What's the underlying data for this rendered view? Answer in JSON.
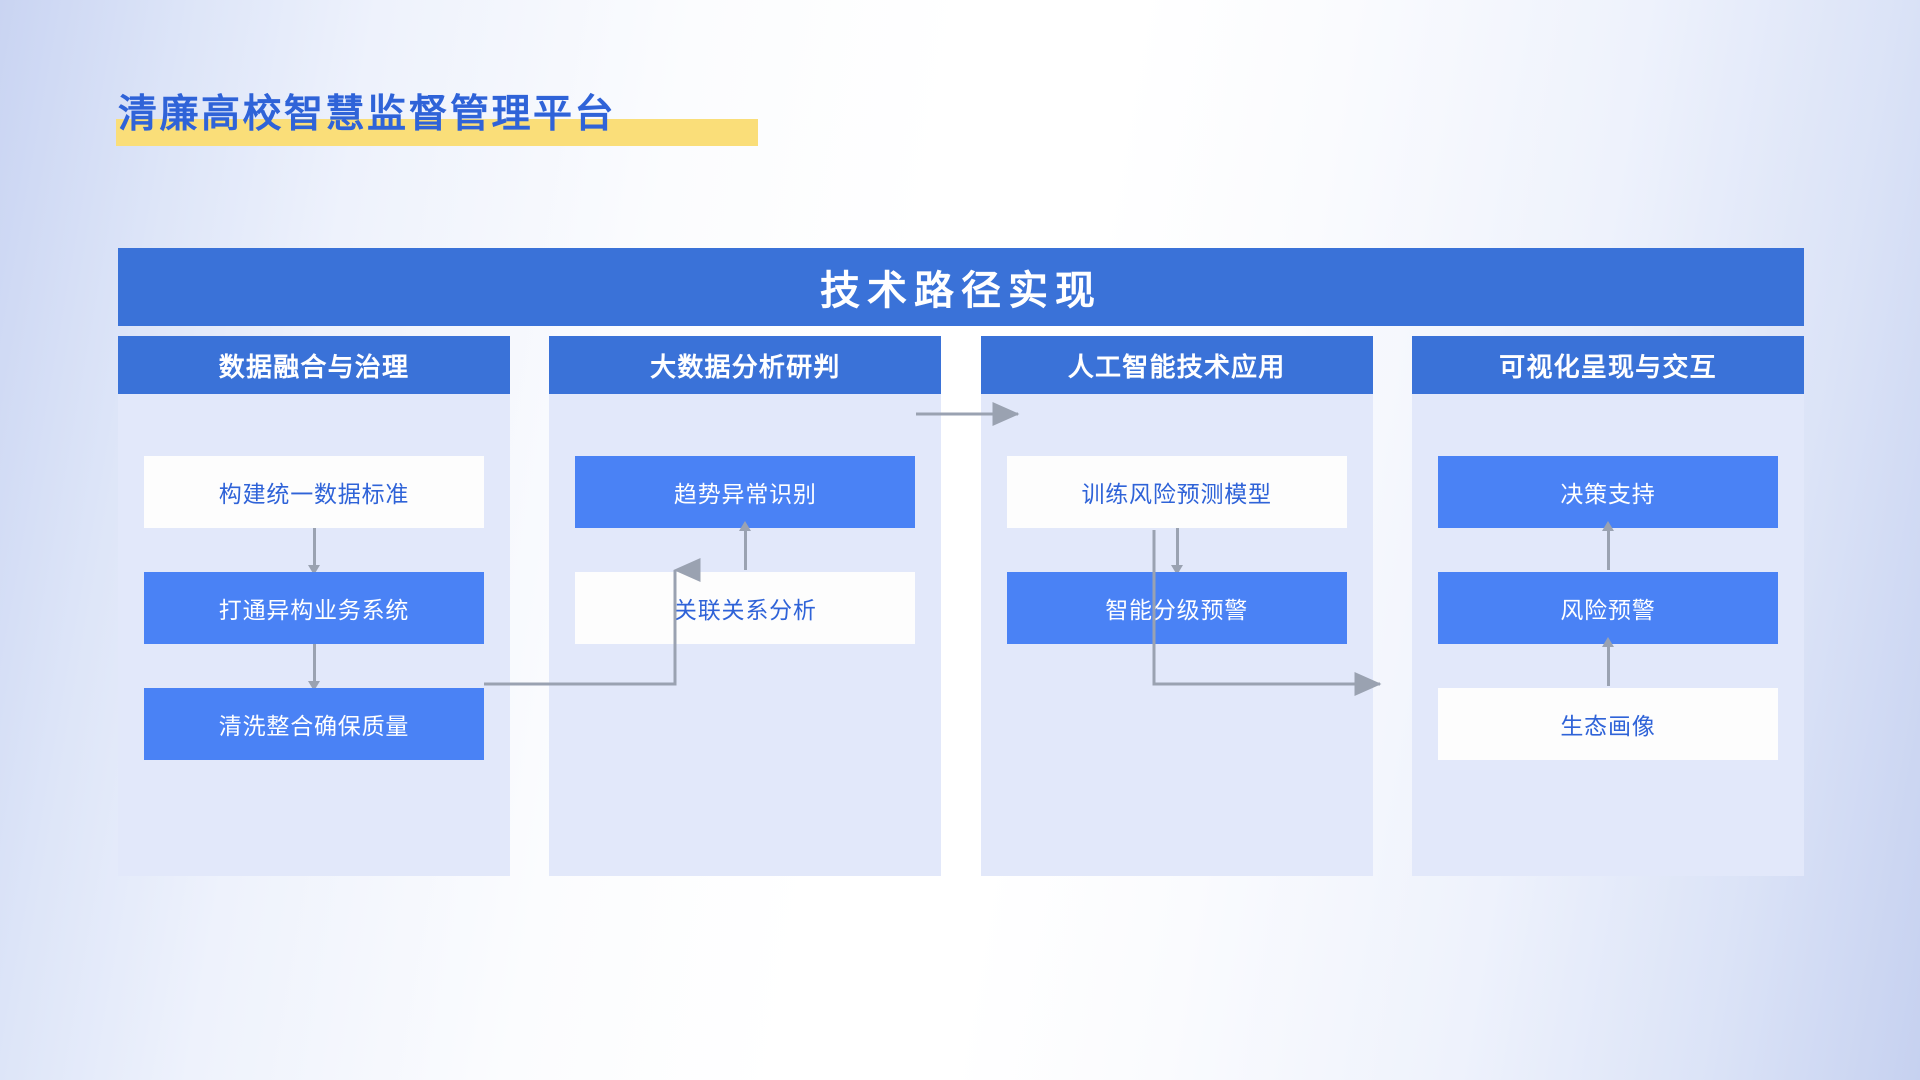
{
  "page": {
    "title": "清廉高校智慧监督管理平台",
    "highlight_color": "#fade79",
    "title_color": "#2f63d8",
    "accent_color": "#3a72d8",
    "node_blue": "#4a82f5",
    "panel_bg": "#e2e8fa",
    "arrow_color": "#9aa2b1"
  },
  "board": {
    "header": "技术路径实现",
    "columns": [
      {
        "header": "数据融合与治理",
        "nodes": [
          {
            "label": "构建统一数据标准",
            "style": "white"
          },
          {
            "label": "打通异构业务系统",
            "style": "blue"
          },
          {
            "label": "清洗整合确保质量",
            "style": "blue"
          }
        ]
      },
      {
        "header": "大数据分析研判",
        "nodes": [
          {
            "label": "趋势异常识别",
            "style": "blue"
          },
          {
            "label": "关联关系分析",
            "style": "white"
          }
        ]
      },
      {
        "header": "人工智能技术应用",
        "nodes": [
          {
            "label": "训练风险预测模型",
            "style": "white"
          },
          {
            "label": "智能分级预警",
            "style": "blue"
          }
        ]
      },
      {
        "header": "可视化呈现与交互",
        "nodes": [
          {
            "label": "决策支持",
            "style": "blue"
          },
          {
            "label": "风险预警",
            "style": "blue"
          },
          {
            "label": "生态画像",
            "style": "white"
          }
        ]
      }
    ]
  },
  "chart_data": {
    "type": "flow-diagram",
    "title": "技术路径实现",
    "lanes": [
      "数据融合与治理",
      "大数据分析研判",
      "人工智能技术应用",
      "可视化呈现与交互"
    ],
    "nodes": [
      {
        "id": "n1",
        "lane": 0,
        "row": 1,
        "label": "构建统一数据标准",
        "fill": "white"
      },
      {
        "id": "n2",
        "lane": 0,
        "row": 2,
        "label": "打通异构业务系统",
        "fill": "blue"
      },
      {
        "id": "n3",
        "lane": 0,
        "row": 3,
        "label": "清洗整合确保质量",
        "fill": "blue"
      },
      {
        "id": "n4",
        "lane": 1,
        "row": 1,
        "label": "趋势异常识别",
        "fill": "blue"
      },
      {
        "id": "n5",
        "lane": 1,
        "row": 2,
        "label": "关联关系分析",
        "fill": "white"
      },
      {
        "id": "n6",
        "lane": 2,
        "row": 1,
        "label": "训练风险预测模型",
        "fill": "white"
      },
      {
        "id": "n7",
        "lane": 2,
        "row": 2,
        "label": "智能分级预警",
        "fill": "blue"
      },
      {
        "id": "n8",
        "lane": 3,
        "row": 1,
        "label": "决策支持",
        "fill": "blue"
      },
      {
        "id": "n9",
        "lane": 3,
        "row": 2,
        "label": "风险预警",
        "fill": "blue"
      },
      {
        "id": "n10",
        "lane": 3,
        "row": 3,
        "label": "生态画像",
        "fill": "white"
      }
    ],
    "edges": [
      {
        "from": "n1",
        "to": "n2",
        "dir": "down"
      },
      {
        "from": "n2",
        "to": "n3",
        "dir": "down"
      },
      {
        "from": "n3",
        "to": "n5",
        "dir": "elbow-right-up"
      },
      {
        "from": "n5",
        "to": "n4",
        "dir": "up"
      },
      {
        "from": "n4",
        "to": "n6",
        "dir": "right"
      },
      {
        "from": "n6",
        "to": "n7",
        "dir": "down"
      },
      {
        "from": "n7",
        "to": "n10",
        "dir": "elbow-down-right"
      },
      {
        "from": "n10",
        "to": "n9",
        "dir": "up"
      },
      {
        "from": "n9",
        "to": "n8",
        "dir": "up"
      }
    ]
  }
}
